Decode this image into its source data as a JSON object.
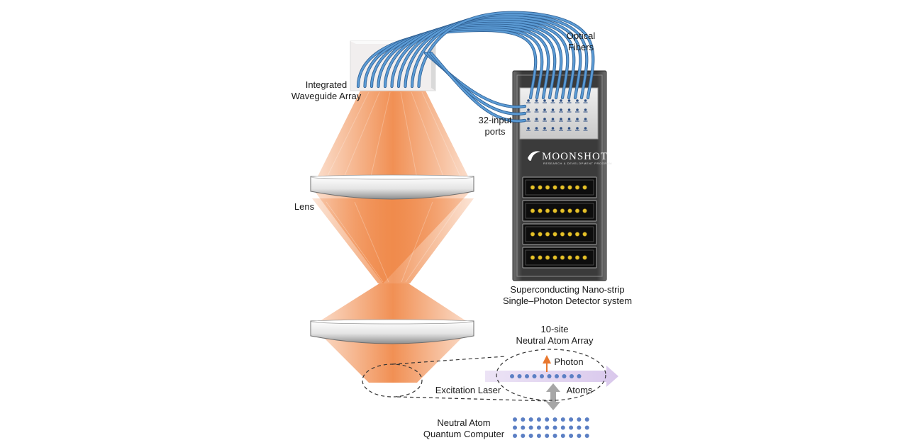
{
  "labels": {
    "optical_fibers_line1": "Optical",
    "optical_fibers_line2": "Fibers",
    "waveguide_line1": "Integrated",
    "waveguide_line2": "Waveguide Array",
    "input_ports_line1": "32-input",
    "input_ports_line2": "ports",
    "lens": "Lens",
    "detector_line1": "Superconducting Nano-strip",
    "detector_line2": "Single–Photon Detector system",
    "atom_array_line1": "10-site",
    "atom_array_line2": "Neutral Atom Array",
    "photon": "Photon",
    "excitation_laser": "Excitation Laser",
    "atoms": "Atoms",
    "quantum_computer_line1": "Neutral Atom",
    "quantum_computer_line2": "Quantum Computer"
  },
  "logo": {
    "name": "MOONSHOT",
    "tagline": "RESEARCH & DEVELOPMENT PROGRAM"
  },
  "colors": {
    "fiber": "#5b9bd5",
    "beam": "#f08a4b",
    "laser": "#d9c8ec",
    "atom": "#5b7fc4",
    "photon_arrow": "#e8772e",
    "detector_body": "#3a3a3a"
  }
}
